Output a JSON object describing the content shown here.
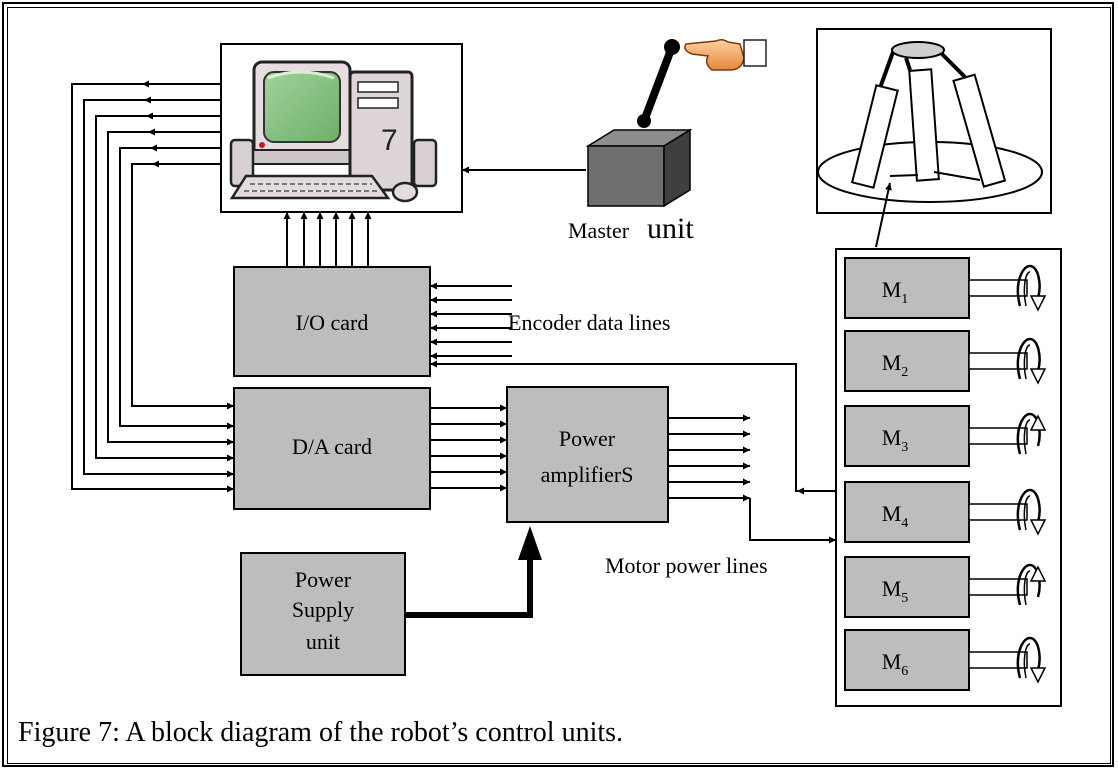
{
  "blocks": {
    "io_card": "I/O card",
    "da_card": "D/A card",
    "power_amplifiers_line1": "Power",
    "power_amplifiers_line2": "amplifierS",
    "power_supply_line1": "Power",
    "power_supply_line2": "Supply",
    "power_supply_line3": "unit"
  },
  "labels": {
    "master_unit_part1": "Master",
    "master_unit_part2": "unit",
    "encoder_data_lines": "Encoder data lines",
    "motor_power_lines": "Motor power lines"
  },
  "motors": [
    {
      "letter": "M",
      "sub": "1",
      "rotation": "down"
    },
    {
      "letter": "M",
      "sub": "2",
      "rotation": "down"
    },
    {
      "letter": "M",
      "sub": "3",
      "rotation": "up"
    },
    {
      "letter": "M",
      "sub": "4",
      "rotation": "down"
    },
    {
      "letter": "M",
      "sub": "5",
      "rotation": "up"
    },
    {
      "letter": "M",
      "sub": "6",
      "rotation": "down"
    }
  ],
  "caption": "Figure 7: A block diagram of the robot’s control units.",
  "icons": {
    "computer": "computer-icon",
    "pointing_hand": "pointing-hand-icon",
    "joystick": "master-joystick-icon",
    "robot": "hexapod-robot-icon"
  }
}
